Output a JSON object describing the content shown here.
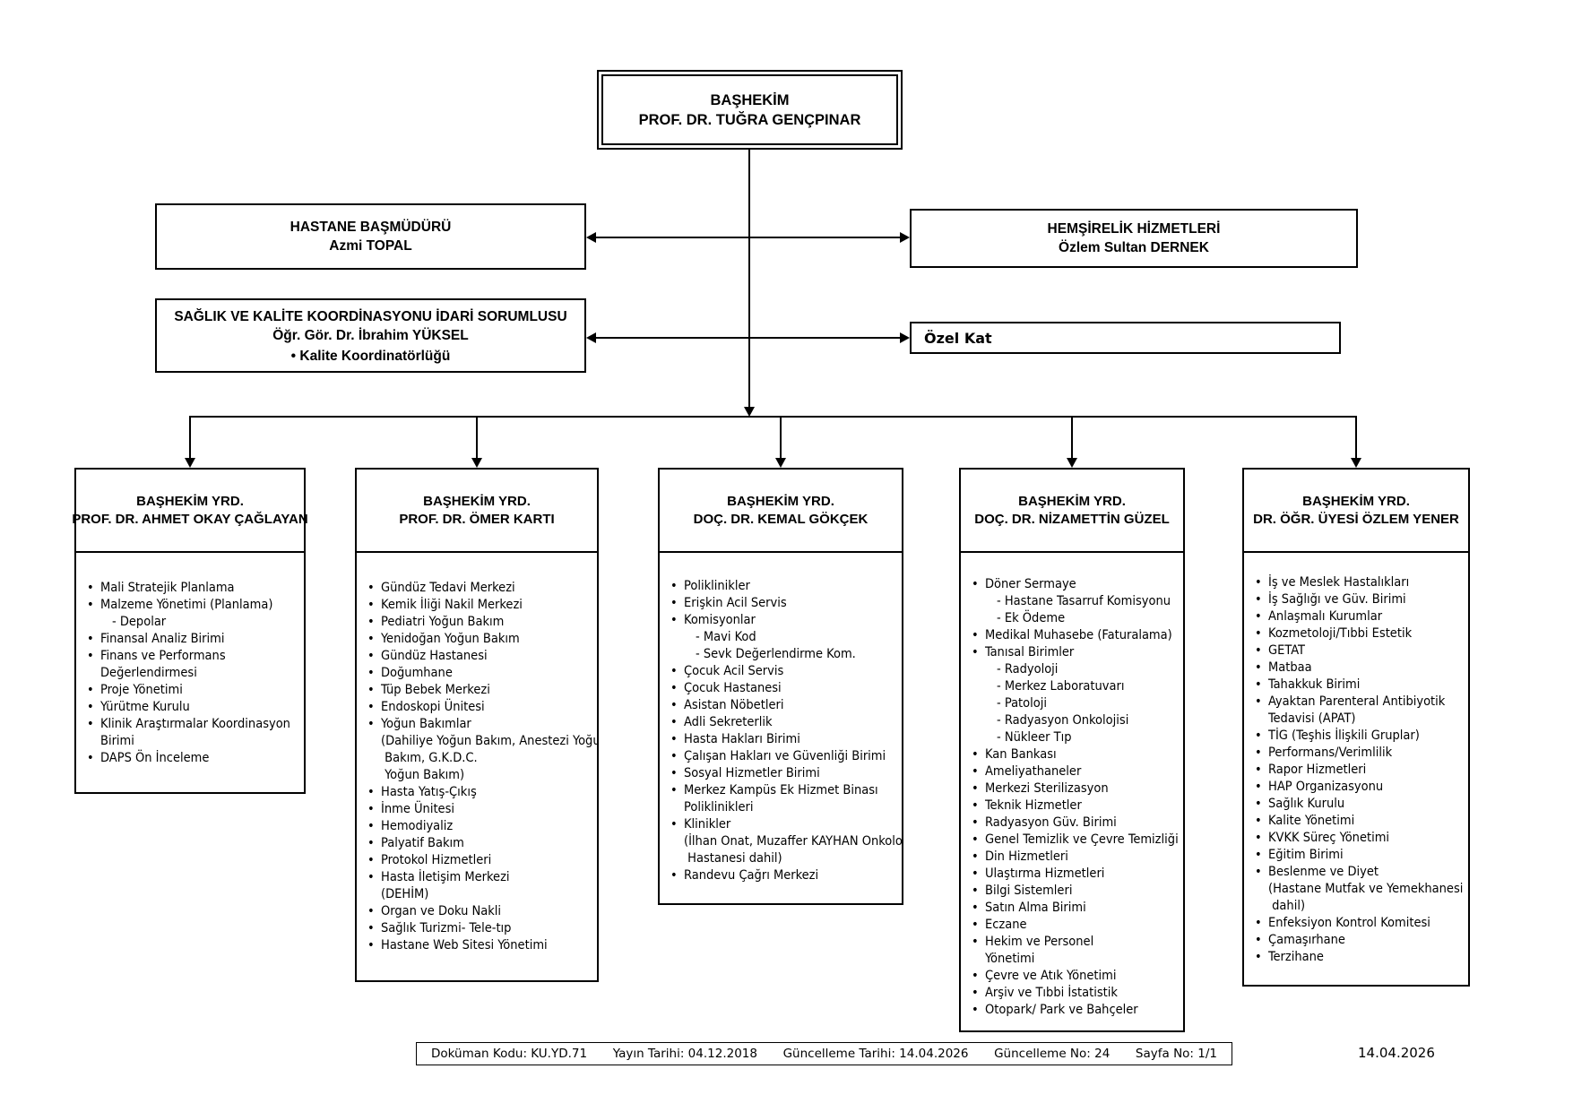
{
  "root": {
    "line1": "BAŞHEKİM",
    "line2": "PROF. DR. TUĞRA GENÇPINAR"
  },
  "level2": {
    "hastane": {
      "line1": "HASTANE BAŞMÜDÜRÜ",
      "line2": "Azmi TOPAL"
    },
    "saglik": {
      "line1": "SAĞLIK VE KALİTE KOORDİNASYONU İDARİ SORUMLUSU",
      "line2": "Öğr. Gör. Dr. İbrahim YÜKSEL",
      "bullet": "Kalite Koordinatörlüğü"
    },
    "hemsirelik": {
      "line1": "HEMŞİRELİK HİZMETLERİ",
      "line2": "Özlem Sultan DERNEK"
    },
    "ozel_kat": {
      "label": "Özel Kat"
    }
  },
  "columns": [
    {
      "title1": "BAŞHEKİM YRD.",
      "title2": "PROF. DR. AHMET OKAY ÇAĞLAYAN",
      "items": [
        {
          "t": "b",
          "x": "Mali Stratejik Planlama"
        },
        {
          "t": "b",
          "x": "Malzeme Yönetimi (Planlama)"
        },
        {
          "t": "s",
          "x": "- Depolar"
        },
        {
          "t": "b",
          "x": "Finansal Analiz Birimi"
        },
        {
          "t": "b",
          "x": "Finans ve Performans"
        },
        {
          "t": "c",
          "x": "Değerlendirmesi"
        },
        {
          "t": "b",
          "x": "Proje Yönetimi"
        },
        {
          "t": "b",
          "x": "Yürütme Kurulu"
        },
        {
          "t": "b",
          "x": "Klinik Araştırmalar Koordinasyon"
        },
        {
          "t": "c",
          "x": "Birimi"
        },
        {
          "t": "b",
          "x": "DAPS Ön İnceleme"
        }
      ]
    },
    {
      "title1": "BAŞHEKİM YRD.",
      "title2": "PROF. DR. ÖMER KARTI",
      "items": [
        {
          "t": "b",
          "x": "Gündüz Tedavi Merkezi"
        },
        {
          "t": "b",
          "x": "Kemik İliği Nakil Merkezi"
        },
        {
          "t": "b",
          "x": "Pediatri Yoğun Bakım"
        },
        {
          "t": "b",
          "x": "Yenidoğan Yoğun Bakım"
        },
        {
          "t": "b",
          "x": "Gündüz Hastanesi"
        },
        {
          "t": "b",
          "x": "Doğumhane"
        },
        {
          "t": "b",
          "x": "Tüp Bebek Merkezi"
        },
        {
          "t": "b",
          "x": "Endoskopi Ünitesi"
        },
        {
          "t": "b",
          "x": "Yoğun Bakımlar"
        },
        {
          "t": "c",
          "x": "(Dahiliye Yoğun Bakım, Anestezi Yoğun"
        },
        {
          "t": "c",
          "x": " Bakım, G.K.D.C."
        },
        {
          "t": "c",
          "x": " Yoğun Bakım)"
        },
        {
          "t": "b",
          "x": "Hasta Yatış-Çıkış"
        },
        {
          "t": "b",
          "x": "İnme Ünitesi"
        },
        {
          "t": "b",
          "x": "Hemodiyaliz"
        },
        {
          "t": "b",
          "x": "Palyatif Bakım"
        },
        {
          "t": "b",
          "x": "Protokol Hizmetleri"
        },
        {
          "t": "b",
          "x": "Hasta İletişim Merkezi"
        },
        {
          "t": "c",
          "x": "(DEHİM)"
        },
        {
          "t": "b",
          "x": "Organ ve Doku Nakli"
        },
        {
          "t": "b",
          "x": "Sağlık Turizmi- Tele-tıp"
        },
        {
          "t": "b",
          "x": "Hastane Web Sitesi Yönetimi"
        }
      ]
    },
    {
      "title1": "BAŞHEKİM YRD.",
      "title2": "DOÇ. DR. KEMAL GÖKÇEK",
      "items": [
        {
          "t": "b",
          "x": "Poliklinikler"
        },
        {
          "t": "b",
          "x": "Erişkin Acil Servis"
        },
        {
          "t": "b",
          "x": "Komisyonlar"
        },
        {
          "t": "s",
          "x": "- Mavi Kod"
        },
        {
          "t": "s",
          "x": "- Sevk Değerlendirme Kom."
        },
        {
          "t": "b",
          "x": "Çocuk Acil Servis"
        },
        {
          "t": "b",
          "x": "Çocuk Hastanesi"
        },
        {
          "t": "b",
          "x": "Asistan Nöbetleri"
        },
        {
          "t": "b",
          "x": "Adli Sekreterlik"
        },
        {
          "t": "b",
          "x": "Hasta Hakları Birimi"
        },
        {
          "t": "b",
          "x": "Çalışan Hakları ve Güvenliği Birimi"
        },
        {
          "t": "b",
          "x": "Sosyal Hizmetler Birimi"
        },
        {
          "t": "b",
          "x": "Merkez Kampüs Ek Hizmet Binası"
        },
        {
          "t": "c",
          "x": "Poliklinikleri"
        },
        {
          "t": "b",
          "x": "Klinikler"
        },
        {
          "t": "c",
          "x": "(İlhan Onat, Muzaffer KAYHAN Onkoloji"
        },
        {
          "t": "c",
          "x": " Hastanesi dahil)"
        },
        {
          "t": "b",
          "x": "Randevu Çağrı Merkezi"
        }
      ]
    },
    {
      "title1": "BAŞHEKİM YRD.",
      "title2": "DOÇ. DR. NİZAMETTİN GÜZEL",
      "items": [
        {
          "t": "b",
          "x": "Döner Sermaye"
        },
        {
          "t": "s",
          "x": "- Hastane Tasarruf Komisyonu"
        },
        {
          "t": "s",
          "x": "- Ek Ödeme"
        },
        {
          "t": "b",
          "x": "Medikal Muhasebe (Faturalama)"
        },
        {
          "t": "b",
          "x": "Tanısal Birimler"
        },
        {
          "t": "s",
          "x": "- Radyoloji"
        },
        {
          "t": "s",
          "x": "- Merkez Laboratuvarı"
        },
        {
          "t": "s",
          "x": "- Patoloji"
        },
        {
          "t": "s",
          "x": "- Radyasyon Onkolojisi"
        },
        {
          "t": "s",
          "x": "- Nükleer Tıp"
        },
        {
          "t": "b",
          "x": "Kan Bankası"
        },
        {
          "t": "b",
          "x": "Ameliyathaneler"
        },
        {
          "t": "b",
          "x": "Merkezi Sterilizasyon"
        },
        {
          "t": "b",
          "x": "Teknik Hizmetler"
        },
        {
          "t": "b",
          "x": "Radyasyon Güv. Birimi"
        },
        {
          "t": "b",
          "x": "Genel Temizlik ve Çevre Temizliği"
        },
        {
          "t": "b",
          "x": "Din Hizmetleri"
        },
        {
          "t": "b",
          "x": "Ulaştırma Hizmetleri"
        },
        {
          "t": "b",
          "x": "Bilgi Sistemleri"
        },
        {
          "t": "b",
          "x": "Satın Alma Birimi"
        },
        {
          "t": "b",
          "x": "Eczane"
        },
        {
          "t": "b",
          "x": "Hekim ve Personel"
        },
        {
          "t": "c",
          "x": "Yönetimi"
        },
        {
          "t": "b",
          "x": "Çevre ve Atık Yönetimi"
        },
        {
          "t": "b",
          "x": "Arşiv ve Tıbbi İstatistik"
        },
        {
          "t": "b",
          "x": "Otopark/ Park ve Bahçeler"
        }
      ]
    },
    {
      "title1": "BAŞHEKİM YRD.",
      "title2": "DR. ÖĞR. ÜYESİ ÖZLEM YENER",
      "items": [
        {
          "t": "b",
          "x": "İş ve Meslek Hastalıkları"
        },
        {
          "t": "b",
          "x": "İş Sağlığı ve Güv. Birimi"
        },
        {
          "t": "b",
          "x": "Anlaşmalı Kurumlar"
        },
        {
          "t": "b",
          "x": "Kozmetoloji/Tıbbi Estetik"
        },
        {
          "t": "b",
          "x": "GETAT"
        },
        {
          "t": "b",
          "x": "Matbaa"
        },
        {
          "t": "b",
          "x": "Tahakkuk Birimi"
        },
        {
          "t": "b",
          "x": "Ayaktan Parenteral Antibiyotik"
        },
        {
          "t": "c",
          "x": "Tedavisi (APAT)"
        },
        {
          "t": "b",
          "x": "TİG (Teşhis İlişkili Gruplar)"
        },
        {
          "t": "b",
          "x": "Performans/Verimlilik"
        },
        {
          "t": "b",
          "x": "Rapor Hizmetleri"
        },
        {
          "t": "b",
          "x": "HAP Organizasyonu"
        },
        {
          "t": "b",
          "x": "Sağlık Kurulu"
        },
        {
          "t": "b",
          "x": "Kalite Yönetimi"
        },
        {
          "t": "b",
          "x": "KVKK Süreç Yönetimi"
        },
        {
          "t": "b",
          "x": "Eğitim Birimi"
        },
        {
          "t": "b",
          "x": "Beslenme ve Diyet"
        },
        {
          "t": "c",
          "x": "(Hastane Mutfak ve Yemekhanesi"
        },
        {
          "t": "c",
          "x": " dahil)"
        },
        {
          "t": "b",
          "x": "Enfeksiyon Kontrol Komitesi"
        },
        {
          "t": "b",
          "x": "Çamaşırhane"
        },
        {
          "t": "b",
          "x": "Terzihane"
        }
      ]
    }
  ],
  "footer": {
    "doc_code": "Doküman Kodu: KU.YD.71",
    "issue_date": "Yayın Tarihi: 04.12.2018",
    "update_date": "Güncelleme Tarihi: 14.04.2026",
    "update_no": "Güncelleme No: 24",
    "page_no": "Sayfa No: 1/1",
    "corner_date": "14.04.2026"
  },
  "colors": {
    "line": "#000000",
    "background": "#ffffff"
  }
}
